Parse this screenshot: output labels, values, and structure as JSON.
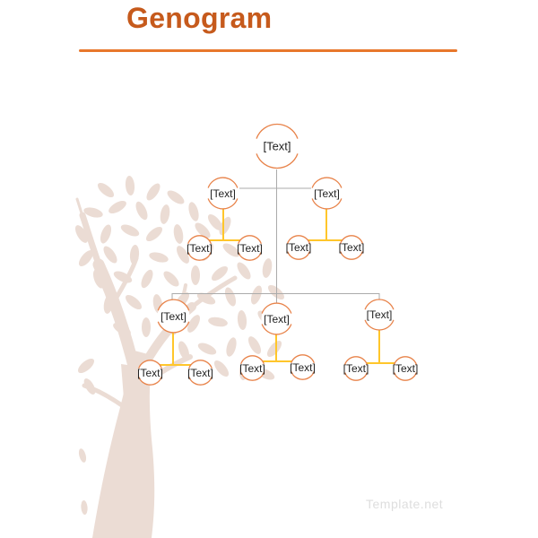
{
  "page": {
    "title": "Genogram",
    "watermark": "Template.net"
  },
  "theme": {
    "title_color": "#C65A1C",
    "rule_color": "#E8772B",
    "circle_stroke": "#E8834A",
    "connector_gray": "#ABABAB",
    "connector_yellow": "#FFC62B",
    "tree_silhouette": "#EBDCD4",
    "node_text_color": "#222222",
    "watermark_color": "#DEDEDE"
  },
  "diagram": {
    "nodes": [
      {
        "id": "gen1-root",
        "label": "[Text]"
      },
      {
        "id": "gen2-left",
        "label": "[Text]"
      },
      {
        "id": "gen2-right",
        "label": "[Text]"
      },
      {
        "id": "gen2-left-child1",
        "label": "[Text]"
      },
      {
        "id": "gen2-left-child2",
        "label": "[Text]"
      },
      {
        "id": "gen2-right-child1",
        "label": "[Text]"
      },
      {
        "id": "gen2-right-child2",
        "label": "[Text]"
      },
      {
        "id": "gen3-left",
        "label": "[Text]"
      },
      {
        "id": "gen3-middle",
        "label": "[Text]"
      },
      {
        "id": "gen3-right",
        "label": "[Text]"
      },
      {
        "id": "gen3-left-child1",
        "label": "[Text]"
      },
      {
        "id": "gen3-left-child2",
        "label": "[Text]"
      },
      {
        "id": "gen3-mid-child1",
        "label": "[Text]"
      },
      {
        "id": "gen3-mid-child2",
        "label": "[Text]"
      },
      {
        "id": "gen3-right-child1",
        "label": "[Text]"
      },
      {
        "id": "gen3-right-child2",
        "label": "[Text]"
      }
    ]
  }
}
